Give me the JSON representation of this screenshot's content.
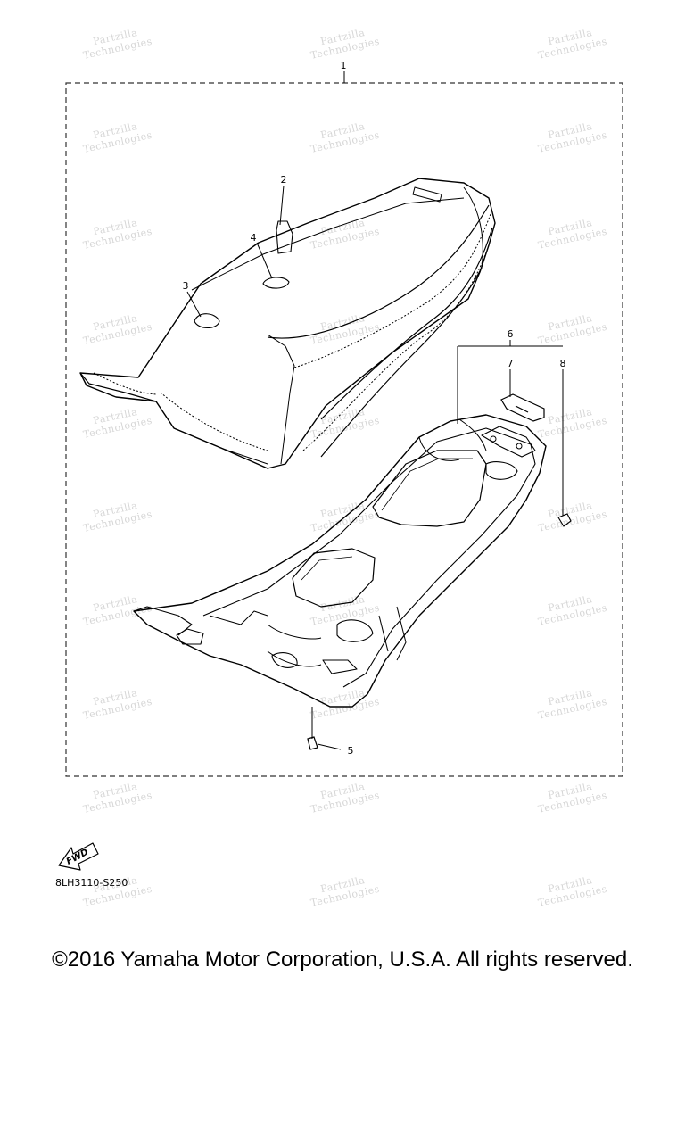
{
  "diagram": {
    "callouts": {
      "c1": "1",
      "c2": "2",
      "c3": "3",
      "c4": "4",
      "c5": "5",
      "c6": "6",
      "c7": "7",
      "c8": "8"
    },
    "fwd_label": "FWD",
    "drawing_code": "8LH3110-S250",
    "watermark_line1": "Partzilla",
    "watermark_line2": "Technologies"
  },
  "footer": {
    "copyright": "©2016 Yamaha Motor Corporation, U.S.A. All rights reserved."
  }
}
